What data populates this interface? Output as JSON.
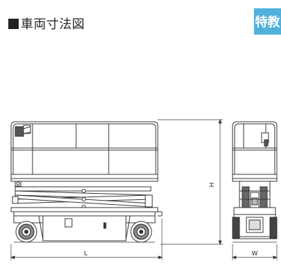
{
  "header": {
    "title": "車両寸法図",
    "badge": "特教",
    "badge_color": "#52b1dc"
  },
  "dimensions": {
    "length": "L",
    "height": "H",
    "width": "W"
  }
}
